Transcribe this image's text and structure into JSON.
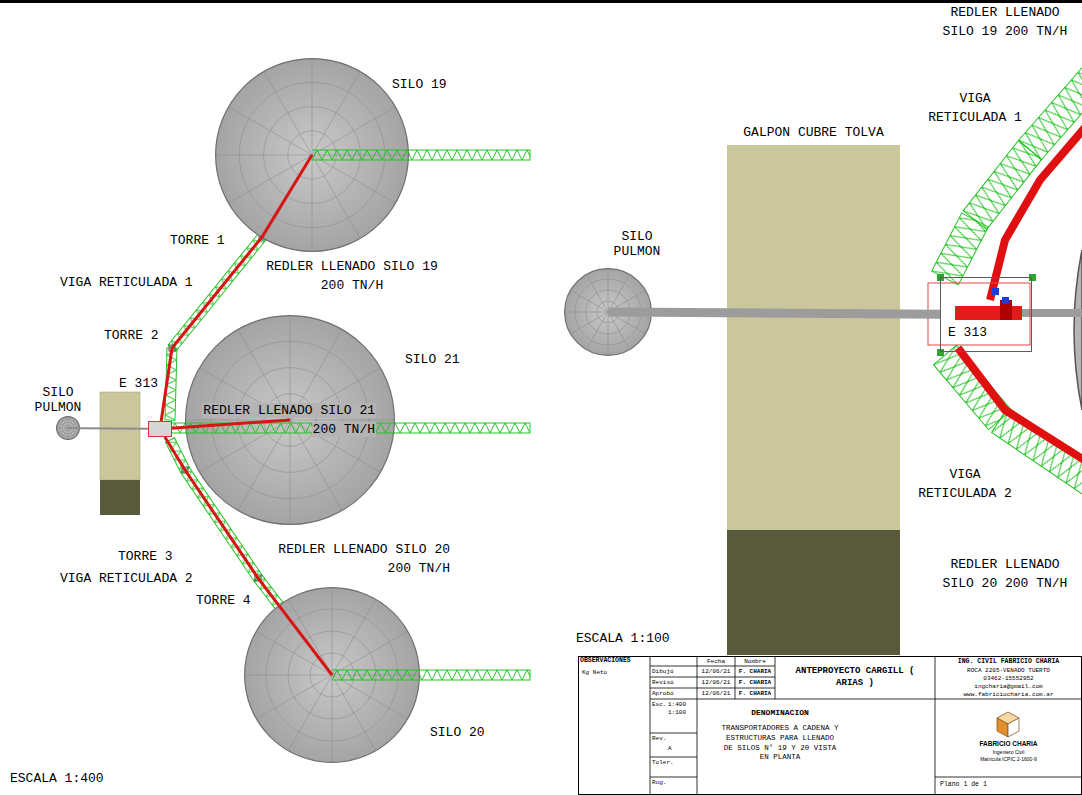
{
  "diagram": {
    "nodes": [
      {
        "text": [
          "SILO 19"
        ]
      },
      {
        "text": [
          "SILO 21"
        ]
      },
      {
        "text": [
          "SILO PULMON"
        ]
      },
      {
        "text": [
          "E 313"
        ]
      },
      {
        "text": [
          "SILO 20"
        ]
      },
      {
        "text": [
          "GALPON CUBRE TOLVA"
        ]
      },
      {
        "text": [
          "SILO PULMON"
        ]
      },
      {
        "text": [
          "E 313"
        ]
      }
    ],
    "edges": [
      {
        "from": 2,
        "to": 3,
        "arrow": "none"
      },
      {
        "from": 3,
        "to": 0,
        "arrow": "none"
      },
      {
        "from": 3,
        "to": 1,
        "arrow": "none"
      },
      {
        "from": 3,
        "to": 4,
        "arrow": "none"
      },
      {
        "from": 6,
        "to": 7,
        "arrow": "none"
      }
    ],
    "labels": [
      "TORRE 1",
      "REDLER LLENADO SILO 19 200 TN/H",
      "VIGA RETICULADA 1",
      "TORRE 2",
      "REDLER LLENADO SILO 21 200 TN/H",
      "TORRE 3",
      "VIGA RETICULADA 2",
      "REDLER LLENADO SILO 20 200 TN/H",
      "TORRE 4",
      "ESCALA 1:400",
      "REDLER LLENADO SILO 19 200 TN/H",
      "VIGA RETICULADA 1",
      "VIGA RETICULADA 2",
      "REDLER LLENADO SILO 20 200 TN/H",
      "ESCALA 1:100",
      "OBSERVACIONES",
      "Kg Neto",
      "Fecha",
      "Nombre",
      "Dibujó",
      "12/06/21",
      "F. CHARIA",
      "Revisó",
      "12/06/21",
      "F. CHARIA",
      "Aprobó",
      "12/06/21",
      "F. CHARIA",
      "ANTEPROYECTO CARGILL ( ARIAS )",
      "ING. CIVIL FABRICIO CHARIA",
      "ROCA 2205-VENADO TUERTO",
      "03462-15552952",
      "ingcharia@gmail.com",
      "www.fabriciocharia.com.ar",
      "Esc.",
      "1:400 1:100",
      "Rev.",
      "A",
      "Toler.",
      "Rug.",
      "DENOMINACION",
      "TRANSPORTADORES A CADENA Y ESTRUCTURAS PARA LLENADO DE SILOS N° 19 Y 20 VISTA EN PLANTA",
      "FABRICIO CHARIA",
      "Ingeniero Civil",
      "Matrícula ICPIC 2-1600-9",
      "Plano 1 de 1"
    ]
  }
}
